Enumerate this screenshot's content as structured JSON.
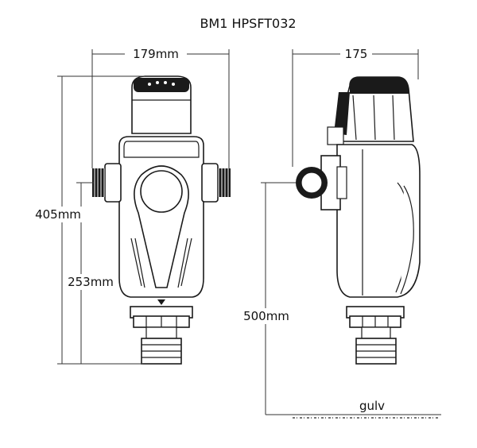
{
  "title": "BM1 HPSFT032",
  "dimensions": {
    "front_width": "179mm",
    "side_depth": "175",
    "total_height": "405mm",
    "connection_height": "253mm",
    "floor_clearance": "500mm"
  },
  "floor_label": "gulv"
}
